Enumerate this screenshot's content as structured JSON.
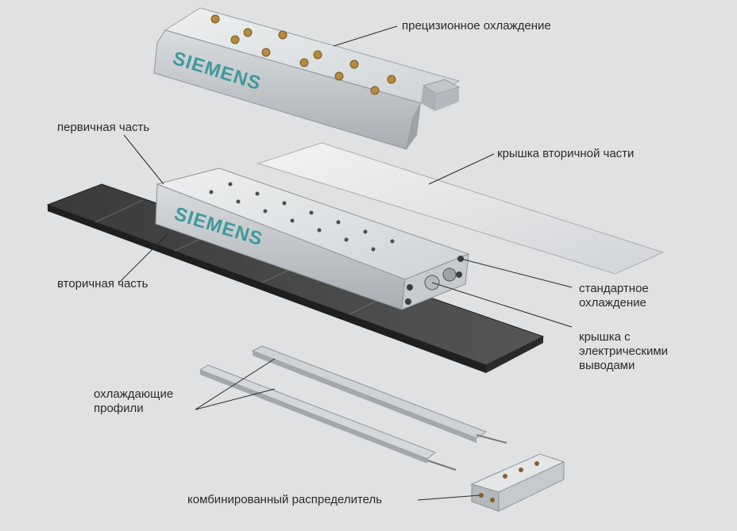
{
  "labels": {
    "precision_cooling": "прецизионное охлаждение",
    "primary_part": "первичная часть",
    "secondary_cover": "крышка вторичной части",
    "secondary_part": "вторичная часть",
    "standard_cooling_line1": "стандартное",
    "standard_cooling_line2": "охлаждение",
    "terminal_cover_line1": "крышка с",
    "terminal_cover_line2": "электрическими",
    "terminal_cover_line3": "выводами",
    "cooling_profiles_line1": "охлаждающие",
    "cooling_profiles_line2": "профили",
    "combined_distributor": "комбинированный распределитель"
  },
  "branding": {
    "logo_text": "SIEMENS",
    "logo_color": "#3f9a9a"
  },
  "colors": {
    "background": "#dfe1e3",
    "metal": "#c9cccf",
    "secondary_plate": "#2b2b2b"
  }
}
